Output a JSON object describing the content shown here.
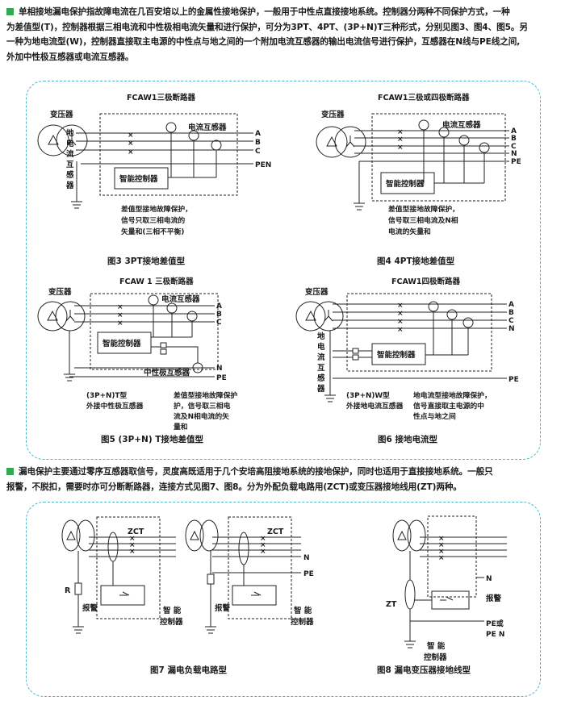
{
  "intro": {
    "p1_lines": [
      "单相接地漏电保护指故障电流在几百安培以上的金属性接地保护，一般用于中性点直接接地系统。控制器分两种不同保护方式，一种",
      "为差值型(T)，控制器根据三相电流和中性极相电流矢量和进行保护，可分为3PT、4PT、(3P+N)T三种形式，分别见图3、图4、图5。另",
      "一种为地电流型(W)，控制器直接取主电源的中性点与地之间的一个附加电流互感器的输出电流信号进行保护，互感器在N线与PE线之间,",
      "外加中性极互感器或电流互感器。"
    ],
    "p2_lines": [
      "漏电保护主要通过零序互感器取信号，灵度高既适用于几个安培高阻接地系统的接地保护，同时也适用于直接接地系统。一般只",
      "报警，不脱扣，需要时亦可分断断路器，连接方式见图7、图8。分为外配负载电路用(ZCT)或变压器接地线用(ZT)两种。"
    ]
  },
  "fig3": {
    "breaker": "FCAW1三极断路器",
    "transformer": "变压器",
    "ct": "电流互感器",
    "ground_ct": [
      "地",
      "电",
      "流",
      "互",
      "感",
      "器"
    ],
    "controller": "智能控制器",
    "phases": [
      "A",
      "B",
      "C",
      "PEN"
    ],
    "note": [
      "差值型接地故障保护，",
      "信号只取三相电流的",
      "矢量和(三相不平衡)"
    ],
    "caption": "图3  3PT接地差值型"
  },
  "fig4": {
    "breaker": "FCAW1三极或四极断路器",
    "transformer": "变压器",
    "ct": "电流互感器",
    "controller": "智能控制器",
    "phases": [
      "A",
      "B",
      "C",
      "N",
      "PE"
    ],
    "note": [
      "差值型接地故障保护，",
      "信号取三相电流及N相",
      "电流的矢量和"
    ],
    "caption": "图4  4PT接地差值型"
  },
  "fig5": {
    "breaker": "FCAW 1 三极断路器",
    "transformer": "变压器",
    "ct": "电流互感器",
    "neutral_ct": "中性极互感器",
    "controller": "智能控制器",
    "phases": [
      "A",
      "B",
      "C",
      "N",
      "PE"
    ],
    "type_note": [
      "(3P+N)T型",
      "外接中性极互感器"
    ],
    "note": [
      "差值型接地故障保护",
      "护，信号取三相电",
      "流及N相电流的矢",
      "量和"
    ],
    "caption": "图5  (3P+N) T接地差值型"
  },
  "fig6": {
    "breaker": "FCAW1四极断路器",
    "transformer": "变压器",
    "ground_ct": [
      "地",
      "电",
      "流",
      "互",
      "感",
      "器"
    ],
    "controller": "智能控制器",
    "phases": [
      "A",
      "B",
      "C",
      "N",
      "PE"
    ],
    "type_note": [
      "(3P+N)W型",
      "外接地电流互感器"
    ],
    "note": [
      "地电流型接地故障保护，",
      "信号直接取主电源的中",
      "性点与地之间"
    ],
    "caption": "图6  接地电流型"
  },
  "fig7": {
    "zct": "ZCT",
    "resistor": "R",
    "alarm": "报警",
    "controller": [
      "智  能",
      "控制器"
    ],
    "phases": [
      "N",
      "PE"
    ],
    "caption": "图7  漏电负载电路型"
  },
  "fig8": {
    "zt": "ZT",
    "alarm": "报警",
    "controller": [
      "智  能",
      "控制器"
    ],
    "phases": [
      "N",
      "PE或",
      "PE N"
    ],
    "caption": "图8  漏电变压器接地线型"
  },
  "colors": {
    "accent": "#34a853",
    "panel_border": "#48b8c8",
    "line": "#222222"
  }
}
